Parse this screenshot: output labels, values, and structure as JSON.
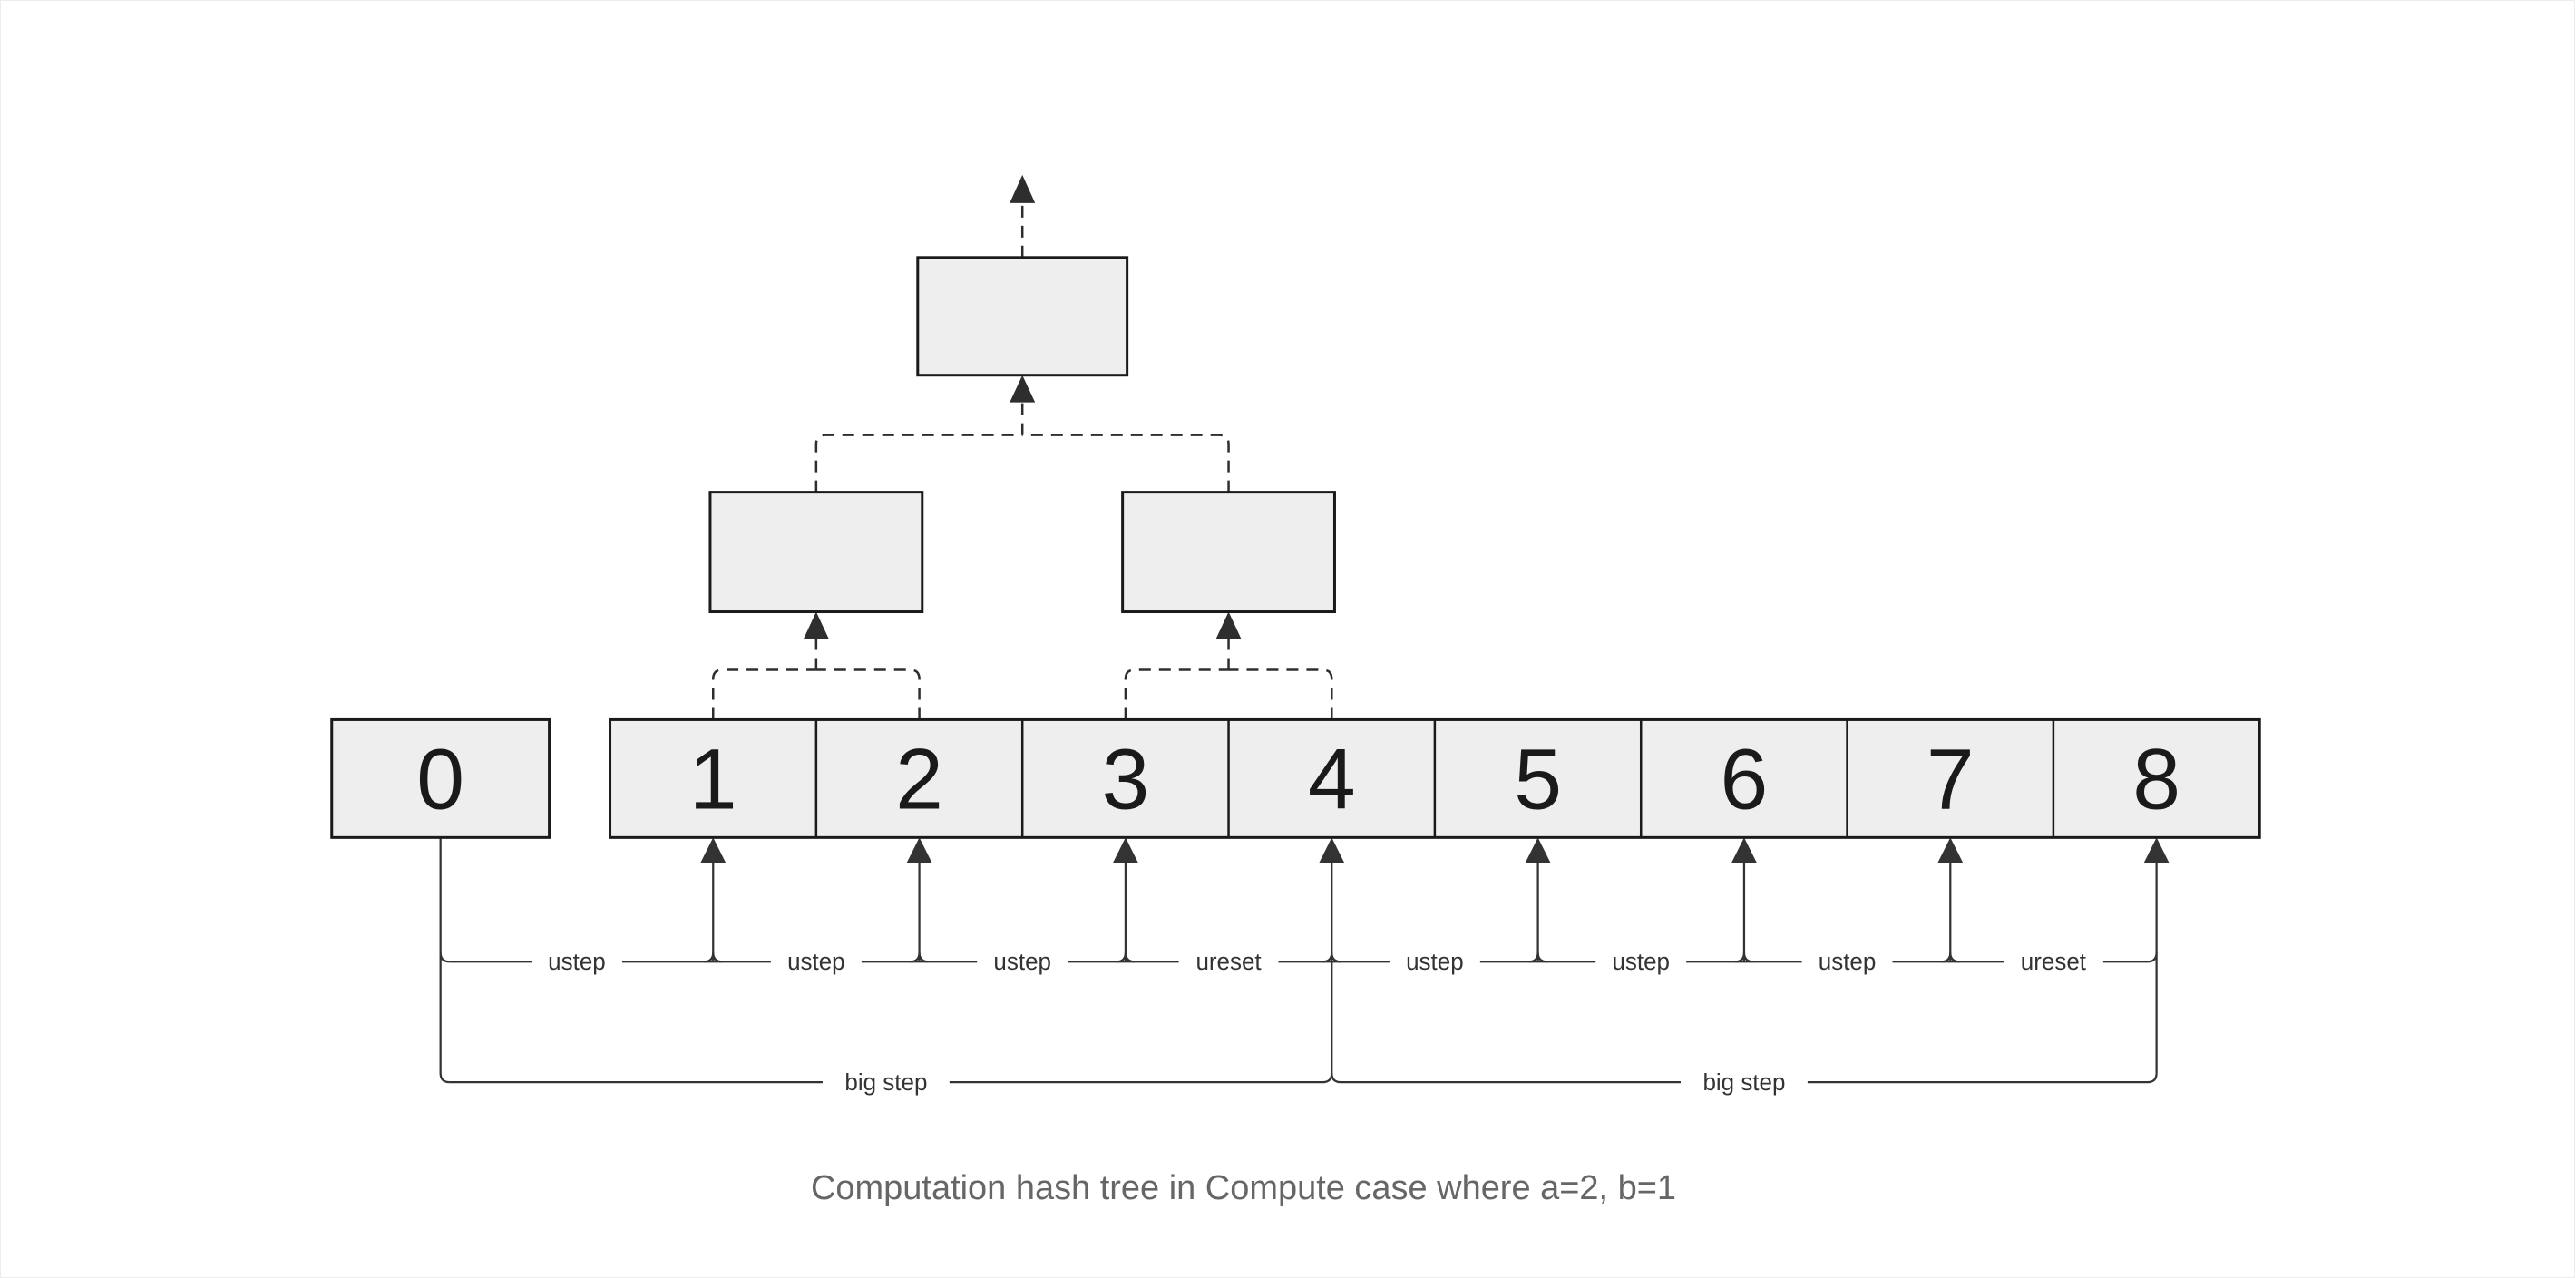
{
  "diagram": {
    "type": "tree",
    "caption": "Computation hash tree in Compute case where a=2, b=1",
    "leaves": [
      "0",
      "1",
      "2",
      "3",
      "4",
      "5",
      "6",
      "7",
      "8"
    ],
    "internal_nodes": [
      {
        "id": "root",
        "label": ""
      },
      {
        "id": "parent-left",
        "label": ""
      },
      {
        "id": "parent-right",
        "label": ""
      }
    ],
    "tree_edges": [
      {
        "from": "1",
        "to": "parent-left"
      },
      {
        "from": "2",
        "to": "parent-left"
      },
      {
        "from": "3",
        "to": "parent-right"
      },
      {
        "from": "4",
        "to": "parent-right"
      },
      {
        "from": "parent-left",
        "to": "root"
      },
      {
        "from": "parent-right",
        "to": "root"
      }
    ],
    "step_edges": [
      {
        "from": "0",
        "to": "1",
        "label": "ustep"
      },
      {
        "from": "1",
        "to": "2",
        "label": "ustep"
      },
      {
        "from": "2",
        "to": "3",
        "label": "ustep"
      },
      {
        "from": "3",
        "to": "4",
        "label": "ureset"
      },
      {
        "from": "4",
        "to": "5",
        "label": "ustep"
      },
      {
        "from": "5",
        "to": "6",
        "label": "ustep"
      },
      {
        "from": "6",
        "to": "7",
        "label": "ustep"
      },
      {
        "from": "7",
        "to": "8",
        "label": "ureset"
      }
    ],
    "big_step_edges": [
      {
        "from": "0",
        "to": "4",
        "label": "big step"
      },
      {
        "from": "4",
        "to": "8",
        "label": "big step"
      }
    ],
    "colors": {
      "background": "#ffffff",
      "node_fill": "#eeeeee",
      "node_stroke": "#1a1a1a",
      "connector": "#333333",
      "dashed_connector": "#2e2e2e",
      "edge_label_text": "#333333",
      "caption_text": "#666666",
      "page_border": "#ececec"
    }
  }
}
